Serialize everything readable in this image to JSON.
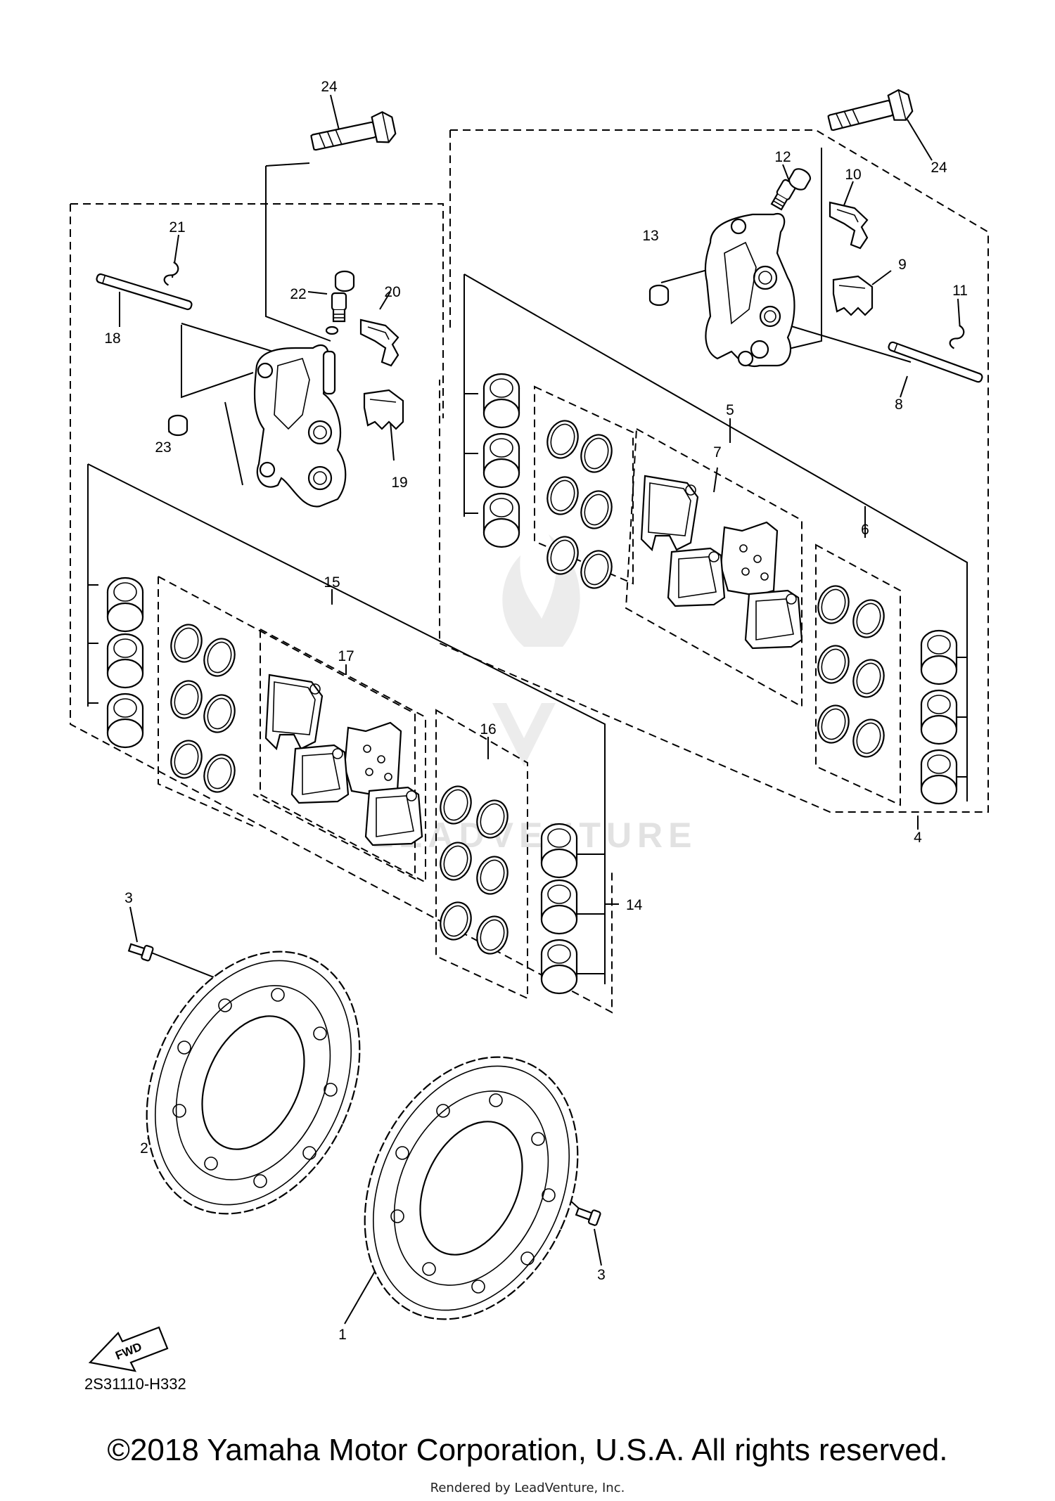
{
  "diagram_code": "2S31110-H332",
  "fwd_label": "FWD",
  "watermark": "LEADVENTURE",
  "copyright": "©2018 Yamaha Motor Corporation, U.S.A. All rights reserved.",
  "rendered_by": "Rendered by LeadVenture, Inc.",
  "callouts": {
    "c1": "1",
    "c2": "2",
    "c3a": "3",
    "c3b": "3",
    "c4": "4",
    "c5": "5",
    "c6": "6",
    "c7": "7",
    "c8": "8",
    "c9": "9",
    "c10": "10",
    "c11": "11",
    "c12": "12",
    "c13": "13",
    "c14": "14",
    "c15": "15",
    "c16": "16",
    "c17": "17",
    "c18": "18",
    "c19": "19",
    "c20": "20",
    "c21": "21",
    "c22": "22",
    "c23": "23",
    "c24a": "24",
    "c24b": "24"
  }
}
